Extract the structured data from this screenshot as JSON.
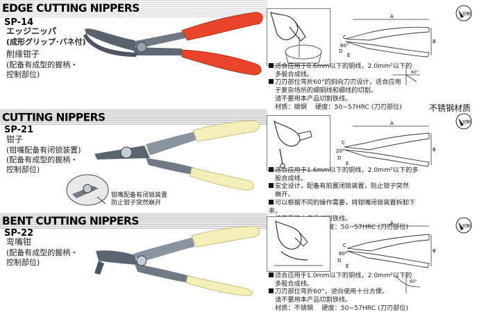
{
  "s1": {
    "title": "EDGE CUTTING NIPPERS",
    "code": "SP-14",
    "jp_name": "エッジニッパ",
    "jp_sub": "(成形グリップ･バネ付)",
    "cn_name": "削缘钳子",
    "cn_sub1": "(配备有成型的握柄・",
    "cn_sub2": "控制部位)",
    "specs": [
      "适合应用于0.6mm以下的铜线，2.0mm²以下的",
      "多股合成线。",
      "刀刃部位弯折60°的斜向刀刃设计，适合应用",
      "于复杂场所的细铜线和细线的切割。",
      "请不要用本产品切割铁线。",
      "材质：碳钢　 硬度：50~57HRC (刀刃部位)"
    ],
    "dim_labels": {
      "a": "A",
      "b": "B",
      "c": "C",
      "d": "D",
      "e": "E",
      "angle": "60°",
      "angle2": "60°"
    },
    "badge": "切割"
  },
  "material_tag": "不锈钢材质",
  "s2": {
    "title": "CUTTING NIPPERS",
    "code": "SP-21",
    "cn_name": "钳子",
    "cn_sub0": "(钳嘴配备有闭锁装置)",
    "cn_sub1": "(配备有成型的握柄・",
    "cn_sub2": "控制部位)",
    "caption1": "钳嘴配备有闭锁装置",
    "caption2": "防止钳子突然崩开",
    "specs": [
      "适合应用于1.6mm以下的铜线，2.0mm²以下的多",
      "股合成线。",
      "安全设计，配备有前置闭锁装置，防止钳子突然",
      "崩开。",
      "可以根据不同的操作需要，将钳嘴闭锁装置拆卸下来。",
      "请不要用本产品切割铁线。",
      "材质：不锈钢　 硬度：50~57HRC (刀刃部位)"
    ],
    "dim_labels": {
      "a": "A",
      "b": "B",
      "c": "C",
      "d": "D",
      "e": "E",
      "angle": "20°"
    },
    "badge": "切割"
  },
  "s3": {
    "title": "BENT CUTTING NIPPERS",
    "code": "SP-22",
    "cn_name": "弯嘴钳",
    "cn_sub1": "(配备有成型的握柄・",
    "cn_sub2": "控制部位)",
    "specs": [
      "适合应用于1.0mm以下的铜线，2.0mm²以下的",
      "多股合成线。",
      "刀刃部位弯折60°，逆向使用十分方便。",
      "请不要用本产品切割铁线。",
      "材质：不锈钢　 硬度：50~57HRC (刀刃部位)"
    ],
    "dim_labels": {
      "a": "A",
      "b": "B",
      "c": "C",
      "d": "D",
      "e": "E",
      "angle": "60°"
    },
    "badge": "切割"
  },
  "colors": {
    "red_grip": "#e8452a",
    "cream_grip": "#f3efb5",
    "metal": "#6f7a88",
    "band": "#e5e5e5"
  }
}
